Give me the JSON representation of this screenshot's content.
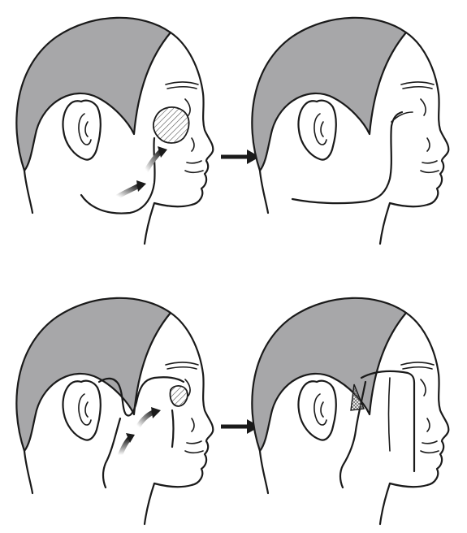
{
  "figure": {
    "hair_color": "#a7a7a9",
    "line_color": "#1a1a1a",
    "background": "#ffffff",
    "hatch_color": "#555555",
    "panels": [
      {
        "name": "before-cheek-lift",
        "step": 1,
        "shows_hatched_area": true,
        "shows_arrows": true
      },
      {
        "name": "after-cheek-lift",
        "step": 2,
        "shows_hatched_area": false,
        "shows_arrows": false
      },
      {
        "name": "before-temporal-flap",
        "step": 3,
        "shows_hatched_area": true,
        "shows_arrows": true
      },
      {
        "name": "after-temporal-flap",
        "step": 4,
        "shows_hatched_area": true,
        "shows_arrows": false
      }
    ],
    "transition_icons": [
      "arrow-right-icon",
      "arrow-right-icon"
    ]
  }
}
